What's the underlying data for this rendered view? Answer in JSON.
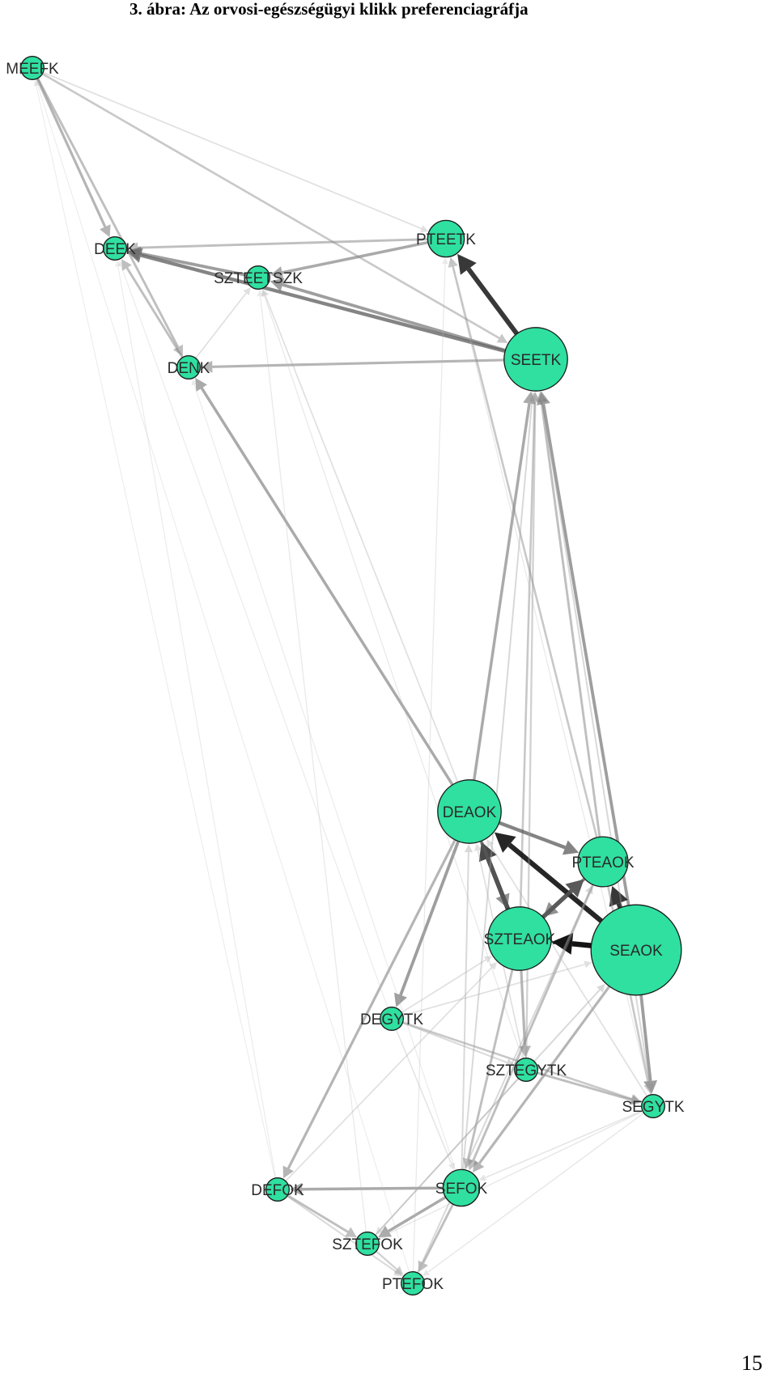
{
  "caption": "3. ábra: Az orvosi-egészségügyi klikk preferenciagráfja",
  "page_number": "15",
  "colors": {
    "node_fill": "#2fe0a0",
    "node_stroke": "#1a1a1a",
    "edge": "#000000"
  },
  "graph": {
    "nodes": [
      {
        "id": "MEEFK",
        "label": "MEEFK",
        "size": 1
      },
      {
        "id": "DEEK",
        "label": "DEEK",
        "size": 1
      },
      {
        "id": "SZTEETSZK",
        "label": "SZTEETSZK",
        "size": 1
      },
      {
        "id": "PTEETK",
        "label": "PTEETK",
        "size": 2
      },
      {
        "id": "DENK",
        "label": "DENK",
        "size": 1
      },
      {
        "id": "SEETK",
        "label": "SEETK",
        "size": 4
      },
      {
        "id": "DEAOK",
        "label": "DEAOK",
        "size": 4
      },
      {
        "id": "PTEAOK",
        "label": "PTEAOK",
        "size": 3
      },
      {
        "id": "SZTEAOK",
        "label": "SZTEAOK",
        "size": 4
      },
      {
        "id": "SEAOK",
        "label": "SEAOK",
        "size": 6
      },
      {
        "id": "DEGYTK",
        "label": "DEGYTK",
        "size": 1
      },
      {
        "id": "SZTEGYTK",
        "label": "SZTEGYTK",
        "size": 1
      },
      {
        "id": "SEGYTK",
        "label": "SEGYTK",
        "size": 1
      },
      {
        "id": "DEFOK",
        "label": "DEFOK",
        "size": 1
      },
      {
        "id": "SEFOK",
        "label": "SEFOK",
        "size": 2
      },
      {
        "id": "SZTEFOK",
        "label": "SZTEFOK",
        "size": 1
      },
      {
        "id": "PTEFOK",
        "label": "PTEFOK",
        "size": 1
      }
    ],
    "edges": [
      {
        "source": "SEETK",
        "target": "PTEETK",
        "weight": 0.85
      },
      {
        "source": "SEETK",
        "target": "DEEK",
        "weight": 0.6
      },
      {
        "source": "SEETK",
        "target": "SZTEETSZK",
        "weight": 0.5
      },
      {
        "source": "SEETK",
        "target": "DENK",
        "weight": 0.4
      },
      {
        "source": "PTEETK",
        "target": "DEEK",
        "weight": 0.35
      },
      {
        "source": "PTEETK",
        "target": "SZTEETSZK",
        "weight": 0.45
      },
      {
        "source": "SZTEETSZK",
        "target": "DEEK",
        "weight": 0.5
      },
      {
        "source": "MEEFK",
        "target": "DEEK",
        "weight": 0.4
      },
      {
        "source": "MEEFK",
        "target": "DENK",
        "weight": 0.35
      },
      {
        "source": "MEEFK",
        "target": "SEETK",
        "weight": 0.3
      },
      {
        "source": "MEEFK",
        "target": "PTEETK",
        "weight": 0.15
      },
      {
        "source": "DENK",
        "target": "DEEK",
        "weight": 0.35
      },
      {
        "source": "DENK",
        "target": "SZTEETSZK",
        "weight": 0.15
      },
      {
        "source": "DEAOK",
        "target": "DENK",
        "weight": 0.45
      },
      {
        "source": "DEAOK",
        "target": "SEETK",
        "weight": 0.45
      },
      {
        "source": "PTEAOK",
        "target": "SEETK",
        "weight": 0.35
      },
      {
        "source": "SEAOK",
        "target": "SEETK",
        "weight": 0.5
      },
      {
        "source": "SZTEAOK",
        "target": "SEETK",
        "weight": 0.3
      },
      {
        "source": "PTEAOK",
        "target": "PTEETK",
        "weight": 0.3
      },
      {
        "source": "SZTEAOK",
        "target": "SZTEETSZK",
        "weight": 0.15
      },
      {
        "source": "SEAOK",
        "target": "DEAOK",
        "weight": 0.9
      },
      {
        "source": "SEAOK",
        "target": "SZTEAOK",
        "weight": 0.95
      },
      {
        "source": "SEAOK",
        "target": "PTEAOK",
        "weight": 0.85
      },
      {
        "source": "SZTEAOK",
        "target": "DEAOK",
        "weight": 0.8
      },
      {
        "source": "SZTEAOK",
        "target": "PTEAOK",
        "weight": 0.75
      },
      {
        "source": "DEAOK",
        "target": "PTEAOK",
        "weight": 0.6
      },
      {
        "source": "PTEAOK",
        "target": "SZTEAOK",
        "weight": 0.55
      },
      {
        "source": "DEAOK",
        "target": "SZTEAOK",
        "weight": 0.55
      },
      {
        "source": "DEAOK",
        "target": "DEGYTK",
        "weight": 0.5
      },
      {
        "source": "DEAOK",
        "target": "DEFOK",
        "weight": 0.4
      },
      {
        "source": "SEAOK",
        "target": "SEGYTK",
        "weight": 0.5
      },
      {
        "source": "SZTEAOK",
        "target": "SZTEGYTK",
        "weight": 0.4
      },
      {
        "source": "PTEAOK",
        "target": "SEGYTK",
        "weight": 0.3
      },
      {
        "source": "SEAOK",
        "target": "SEFOK",
        "weight": 0.4
      },
      {
        "source": "PTEAOK",
        "target": "SEFOK",
        "weight": 0.35
      },
      {
        "source": "SZTEAOK",
        "target": "SEFOK",
        "weight": 0.35
      },
      {
        "source": "DEGYTK",
        "target": "SEGYTK",
        "weight": 0.3
      },
      {
        "source": "SZTEGYTK",
        "target": "SEGYTK",
        "weight": 0.35
      },
      {
        "source": "DEGYTK",
        "target": "SZTEGYTK",
        "weight": 0.2
      },
      {
        "source": "SEFOK",
        "target": "DEFOK",
        "weight": 0.45
      },
      {
        "source": "SEFOK",
        "target": "SZTEFOK",
        "weight": 0.45
      },
      {
        "source": "SEFOK",
        "target": "PTEFOK",
        "weight": 0.35
      },
      {
        "source": "DEFOK",
        "target": "SZTEFOK",
        "weight": 0.35
      },
      {
        "source": "SZTEFOK",
        "target": "PTEFOK",
        "weight": 0.25
      },
      {
        "source": "DEFOK",
        "target": "PTEFOK",
        "weight": 0.2
      },
      {
        "source": "SZTEFOK",
        "target": "SEAOK",
        "weight": 0.2
      },
      {
        "source": "PTEFOK",
        "target": "PTEAOK",
        "weight": 0.2
      },
      {
        "source": "DEFOK",
        "target": "SZTEAOK",
        "weight": 0.15
      },
      {
        "source": "SEGYTK",
        "target": "SZTEFOK",
        "weight": 0.1
      },
      {
        "source": "SEGYTK",
        "target": "PTEFOK",
        "weight": 0.1
      },
      {
        "source": "SZTEGYTK",
        "target": "SEETK",
        "weight": 0.25
      },
      {
        "source": "SEGYTK",
        "target": "SEETK",
        "weight": 0.2
      },
      {
        "source": "DEGYTK",
        "target": "SZTEAOK",
        "weight": 0.15
      },
      {
        "source": "DEGYTK",
        "target": "SEAOK",
        "weight": 0.15
      },
      {
        "source": "SEFOK",
        "target": "SEETK",
        "weight": 0.2
      },
      {
        "source": "SZTEFOK",
        "target": "SZTEETSZK",
        "weight": 0.08
      },
      {
        "source": "PTEFOK",
        "target": "PTEETK",
        "weight": 0.08
      },
      {
        "source": "DEFOK",
        "target": "DEEK",
        "weight": 0.06
      },
      {
        "source": "DEGYTK",
        "target": "DEEK",
        "weight": 0.06
      },
      {
        "source": "SZTEGYTK",
        "target": "SZTEETSZK",
        "weight": 0.08
      },
      {
        "source": "SEGYTK",
        "target": "PTEETK",
        "weight": 0.08
      },
      {
        "source": "SEFOK",
        "target": "DENK",
        "weight": 0.06
      },
      {
        "source": "PTEFOK",
        "target": "MEEFK",
        "weight": 0.05
      },
      {
        "source": "DEFOK",
        "target": "MEEFK",
        "weight": 0.05
      },
      {
        "source": "SEGYTK",
        "target": "DEAOK",
        "weight": 0.15
      },
      {
        "source": "SZTEGYTK",
        "target": "DEAOK",
        "weight": 0.15
      },
      {
        "source": "SEFOK",
        "target": "DEAOK",
        "weight": 0.2
      },
      {
        "source": "SEGYTK",
        "target": "SEFOK",
        "weight": 0.12
      },
      {
        "source": "DEGYTK",
        "target": "SEFOK",
        "weight": 0.12
      },
      {
        "source": "SZTEGYTK",
        "target": "SZTEFOK",
        "weight": 0.15
      }
    ]
  }
}
